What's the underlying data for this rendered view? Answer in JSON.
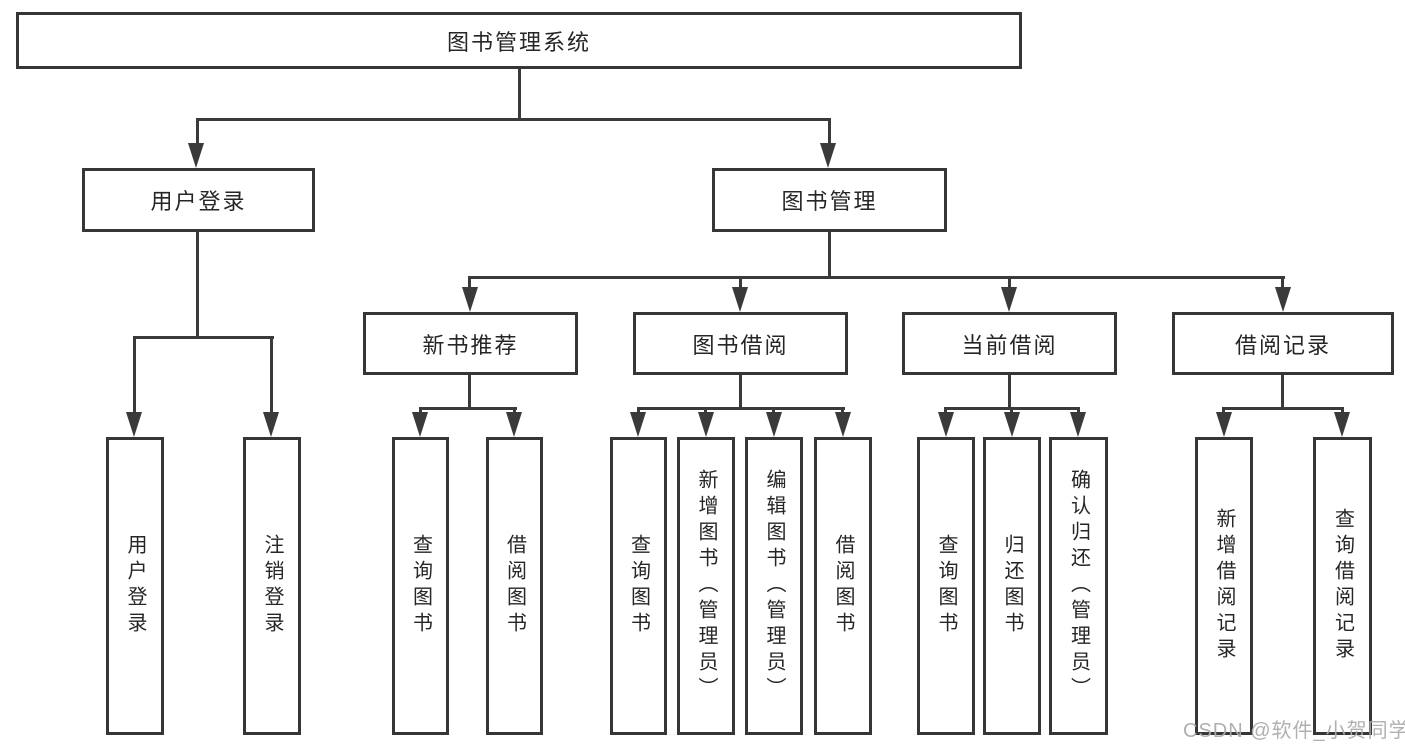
{
  "nodes": {
    "root": {
      "label": "图书管理系统"
    },
    "user_login": {
      "label": "用户登录"
    },
    "book_mgmt": {
      "label": "图书管理"
    },
    "new_book_rec": {
      "label": "新书推荐"
    },
    "book_borrow": {
      "label": "图书借阅"
    },
    "current_borrow": {
      "label": "当前借阅"
    },
    "borrow_records": {
      "label": "借阅记录"
    }
  },
  "leaves": {
    "leaf_user_login": {
      "label": "用户登录"
    },
    "leaf_logout": {
      "label": "注销登录"
    },
    "rec_query_books": {
      "label": "查询图书"
    },
    "rec_borrow_books": {
      "label": "借阅图书"
    },
    "bor_query_books": {
      "label": "查询图书"
    },
    "bor_add_books": {
      "label": "新增图书（管理员）"
    },
    "bor_edit_books": {
      "label": "编辑图书（管理员）"
    },
    "bor_borrow_books": {
      "label": "借阅图书"
    },
    "cur_query_books": {
      "label": "查询图书"
    },
    "cur_return_books": {
      "label": "归还图书"
    },
    "cur_confirm_return": {
      "label": "确认归还（管理员）"
    },
    "hist_add_record": {
      "label": "新增借阅记录"
    },
    "hist_query_record": {
      "label": "查询借阅记录"
    }
  },
  "watermark": {
    "text": "CSDN @软件_小贺同学"
  },
  "colors": {
    "line": "#3a3a3a",
    "text": "#262626",
    "watermark": "#acacac",
    "background": "#ffffff"
  }
}
